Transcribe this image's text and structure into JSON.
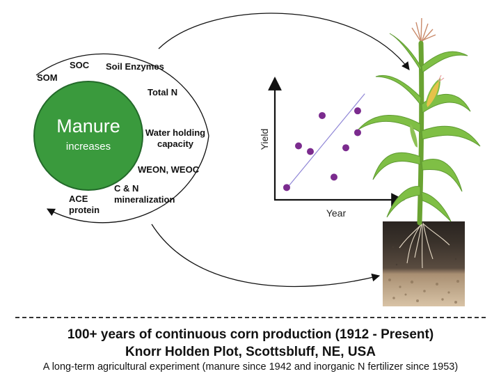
{
  "diagram": {
    "manure": {
      "title": "Manure",
      "subtitle": "increases"
    },
    "properties": [
      {
        "key": "som",
        "lines": [
          "SOM"
        ]
      },
      {
        "key": "soc",
        "lines": [
          "SOC"
        ]
      },
      {
        "key": "soil-enzymes",
        "lines": [
          "Soil Enzymes"
        ]
      },
      {
        "key": "total-n",
        "lines": [
          "Total N"
        ]
      },
      {
        "key": "water-holding",
        "lines": [
          "Water holding",
          "capacity"
        ]
      },
      {
        "key": "weon-weoc",
        "lines": [
          "WEON, WEOC"
        ]
      },
      {
        "key": "cn-mineralization",
        "lines": [
          "C & N",
          "mineralization"
        ]
      },
      {
        "key": "ace-protein",
        "lines": [
          "ACE",
          "protein"
        ]
      }
    ],
    "colors": {
      "manure_fill": "#3a9a3d",
      "manure_stroke": "#23692a",
      "point": "#7b2b8e",
      "trend": "#8f86d6",
      "stalk": "#6aa332",
      "leaf": "#7fbf45"
    }
  },
  "chart_data": {
    "type": "scatter",
    "xlabel": "Year",
    "ylabel": "Yield",
    "points": [
      {
        "x": 1,
        "y": 1.3
      },
      {
        "x": 2,
        "y": 5.7
      },
      {
        "x": 3,
        "y": 5.1
      },
      {
        "x": 4,
        "y": 8.9
      },
      {
        "x": 5,
        "y": 2.4
      },
      {
        "x": 6,
        "y": 5.5
      },
      {
        "x": 7,
        "y": 9.4
      },
      {
        "x": 7,
        "y": 7.1
      }
    ],
    "trendline": {
      "x": [
        1,
        7.6
      ],
      "y": [
        1.2,
        11.2
      ]
    },
    "xlim": [
      0,
      10
    ],
    "ylim": [
      0,
      12.5
    ],
    "ticks": false
  },
  "footer": {
    "title": "100+ years of continuous corn production (1912 - Present)",
    "location": "Knorr Holden Plot, Scottsbluff, NE, USA",
    "description": "A long-term agricultural experiment (manure since 1942 and inorganic N fertilizer since 1953)"
  }
}
